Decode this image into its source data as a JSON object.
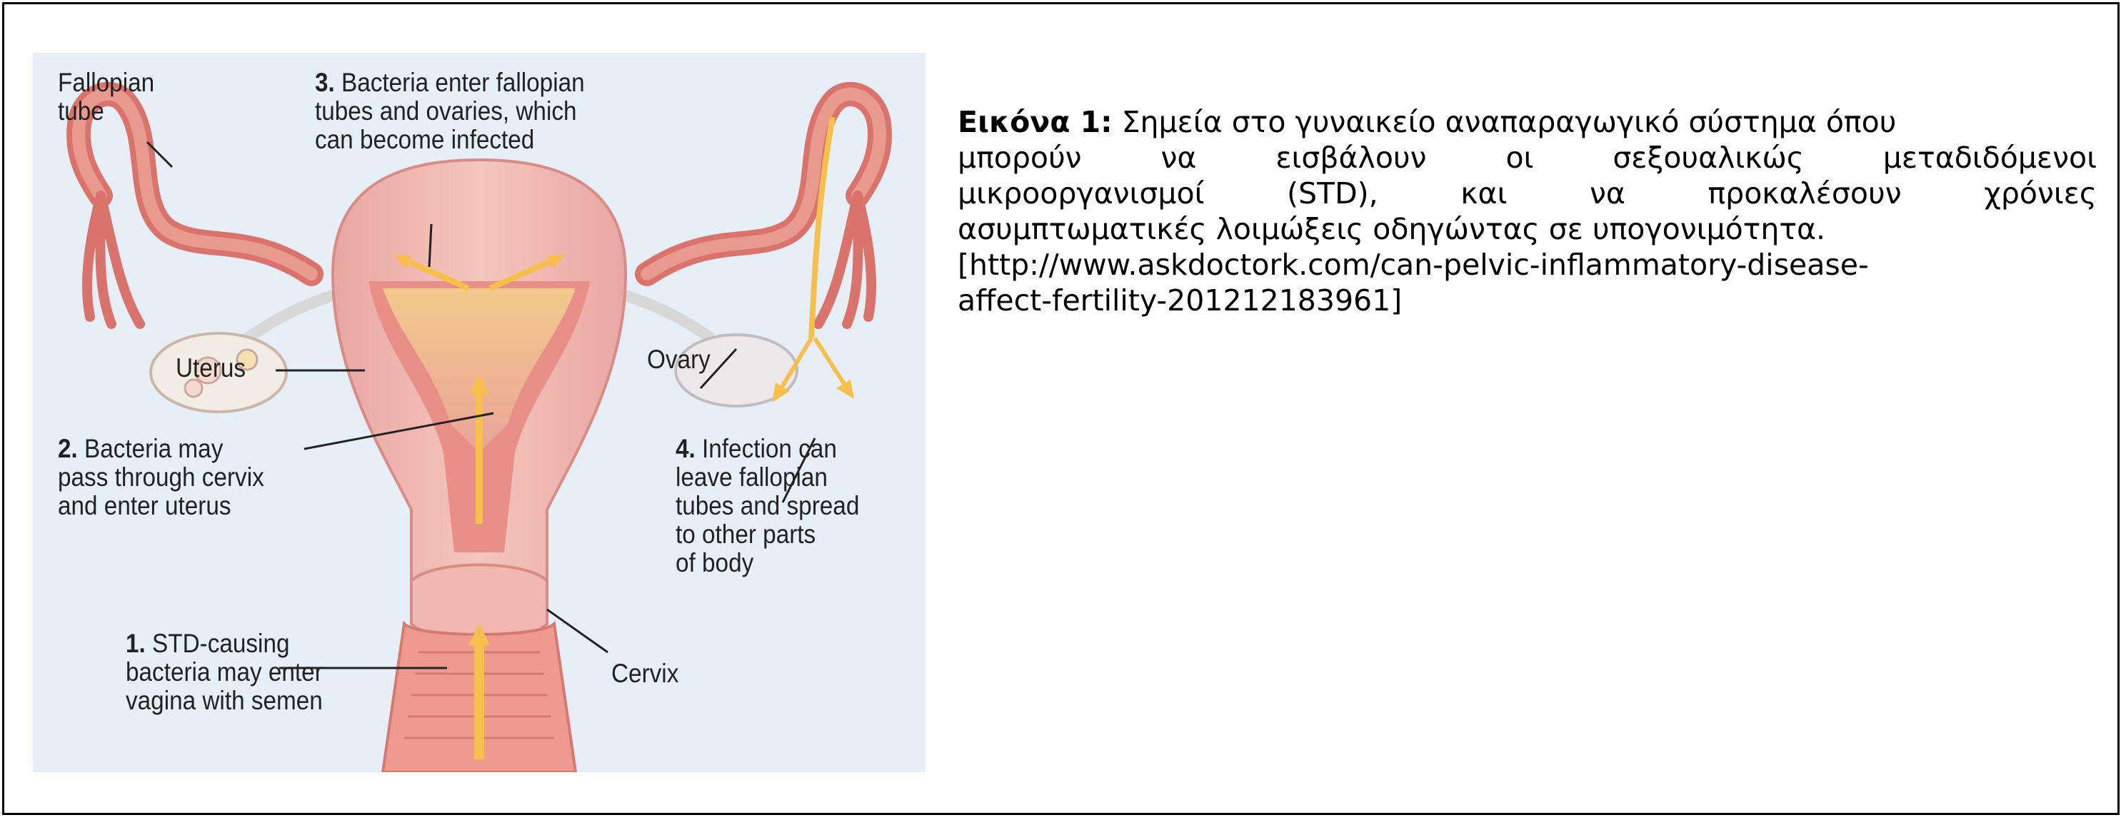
{
  "figure": {
    "labels": {
      "fallopian_tube": "Fallopian\ntube",
      "step3_num": "3.",
      "step3_text": " Bacteria enter fallopian\ntubes and ovaries, which\ncan become infected",
      "uterus": "Uterus",
      "ovary": "Ovary",
      "step2_num": "2.",
      "step2_text": " Bacteria may\npass through cervix\nand enter uterus",
      "step4_num": "4.",
      "step4_text": " Infection can\nleave fallopian\ntubes and spread\nto other parts\nof body",
      "step1_num": "1.",
      "step1_text": " STD-causing\nbacteria may enter\nvagina with semen",
      "cervix": "Cervix"
    }
  },
  "caption": {
    "title": "Εικόνα 1:",
    "line1_rest": "Σημεία στο γυναικείο αναπαραγωγικό σύστημα όπου",
    "line2_words": [
      "μπορούν",
      "να",
      "εισβάλουν",
      "οι",
      "σεξουαλικώς",
      "μεταδιδόμενοι"
    ],
    "line3_words": [
      "μικροοργανισμοί",
      "(STD),",
      "και",
      "να",
      "προκαλέσουν",
      "χρόνιες"
    ],
    "line4": "ασυμπτωματικές λοιμώξεις οδηγώντας σε υπογονιμότητα.",
    "line5": "[http://www.askdoctork.com/can-pelvic-inflammatory-disease-",
    "line6": "affect-fertility-201212183961]"
  }
}
